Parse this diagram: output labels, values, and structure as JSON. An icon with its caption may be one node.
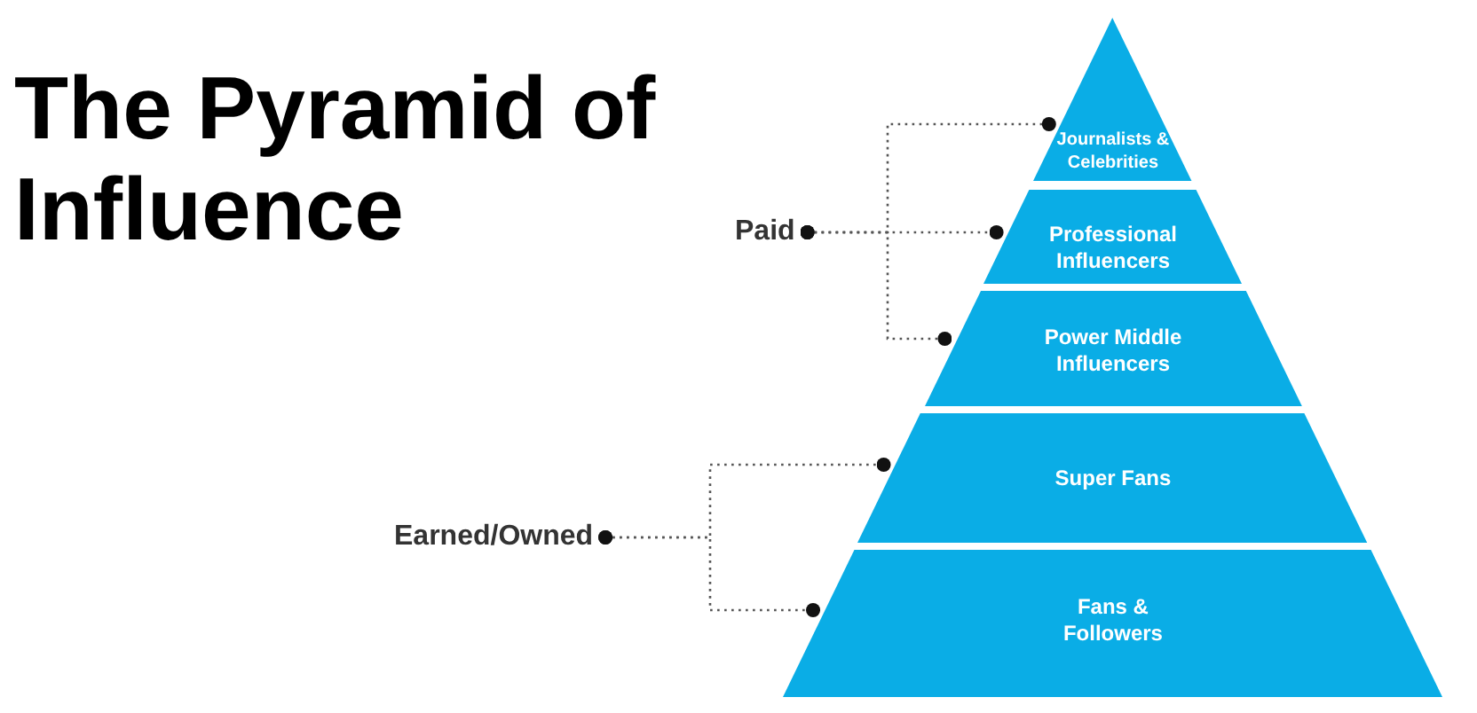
{
  "diagram": {
    "title": "The Pyramid of Influence",
    "nodes": [
      {
        "text": [
          "Journalists & Celebrities"
        ]
      },
      {
        "text": [
          "Professional Influencers"
        ]
      },
      {
        "text": [
          "Power Middle Influencers"
        ]
      },
      {
        "text": [
          "Super Fans"
        ]
      },
      {
        "text": [
          "Fans & Followers"
        ]
      },
      {
        "text": [
          "Paid"
        ]
      },
      {
        "text": [
          "Earned/Owned"
        ]
      }
    ],
    "edges": [
      {
        "from": 5,
        "to": 0,
        "arrow": "other",
        "style": "dashed"
      },
      {
        "from": 5,
        "to": 1,
        "arrow": "other",
        "style": "dashed"
      },
      {
        "from": 5,
        "to": 2,
        "arrow": "other",
        "style": "dashed"
      },
      {
        "from": 6,
        "to": 3,
        "arrow": "other",
        "style": "dashed"
      },
      {
        "from": 6,
        "to": 4,
        "arrow": "other",
        "style": "dashed"
      }
    ]
  }
}
